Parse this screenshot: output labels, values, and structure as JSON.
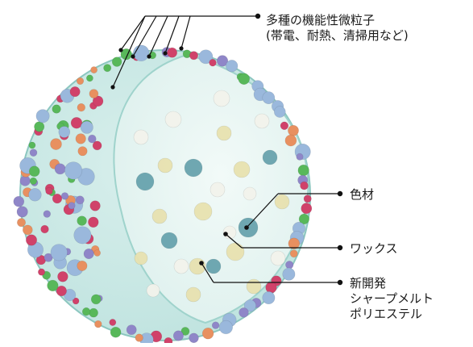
{
  "labels": {
    "additives": {
      "line1": "多種の機能性微粒子",
      "line2": "(帯電、耐熱、清掃用など)"
    },
    "colorant": "色材",
    "wax": "ワックス",
    "resin": {
      "line1": "新開発",
      "line2": "シャープメルト",
      "line3": "ポリエステル"
    }
  },
  "colors": {
    "shell_fill": "#bfe3df",
    "shell_stroke": "#8cc7c0",
    "core_fill": "#dff1ee",
    "leader_line": "#111111",
    "particle_red": "#d0426a",
    "particle_green": "#58b85a",
    "particle_blue": "#9ab8dc",
    "particle_purple": "#8f86c8",
    "particle_orange": "#e89060",
    "colorant_particle": "#5a9aa6",
    "wax_particle": "#f3f3ec",
    "resin_particle": "#e8e2b0"
  }
}
